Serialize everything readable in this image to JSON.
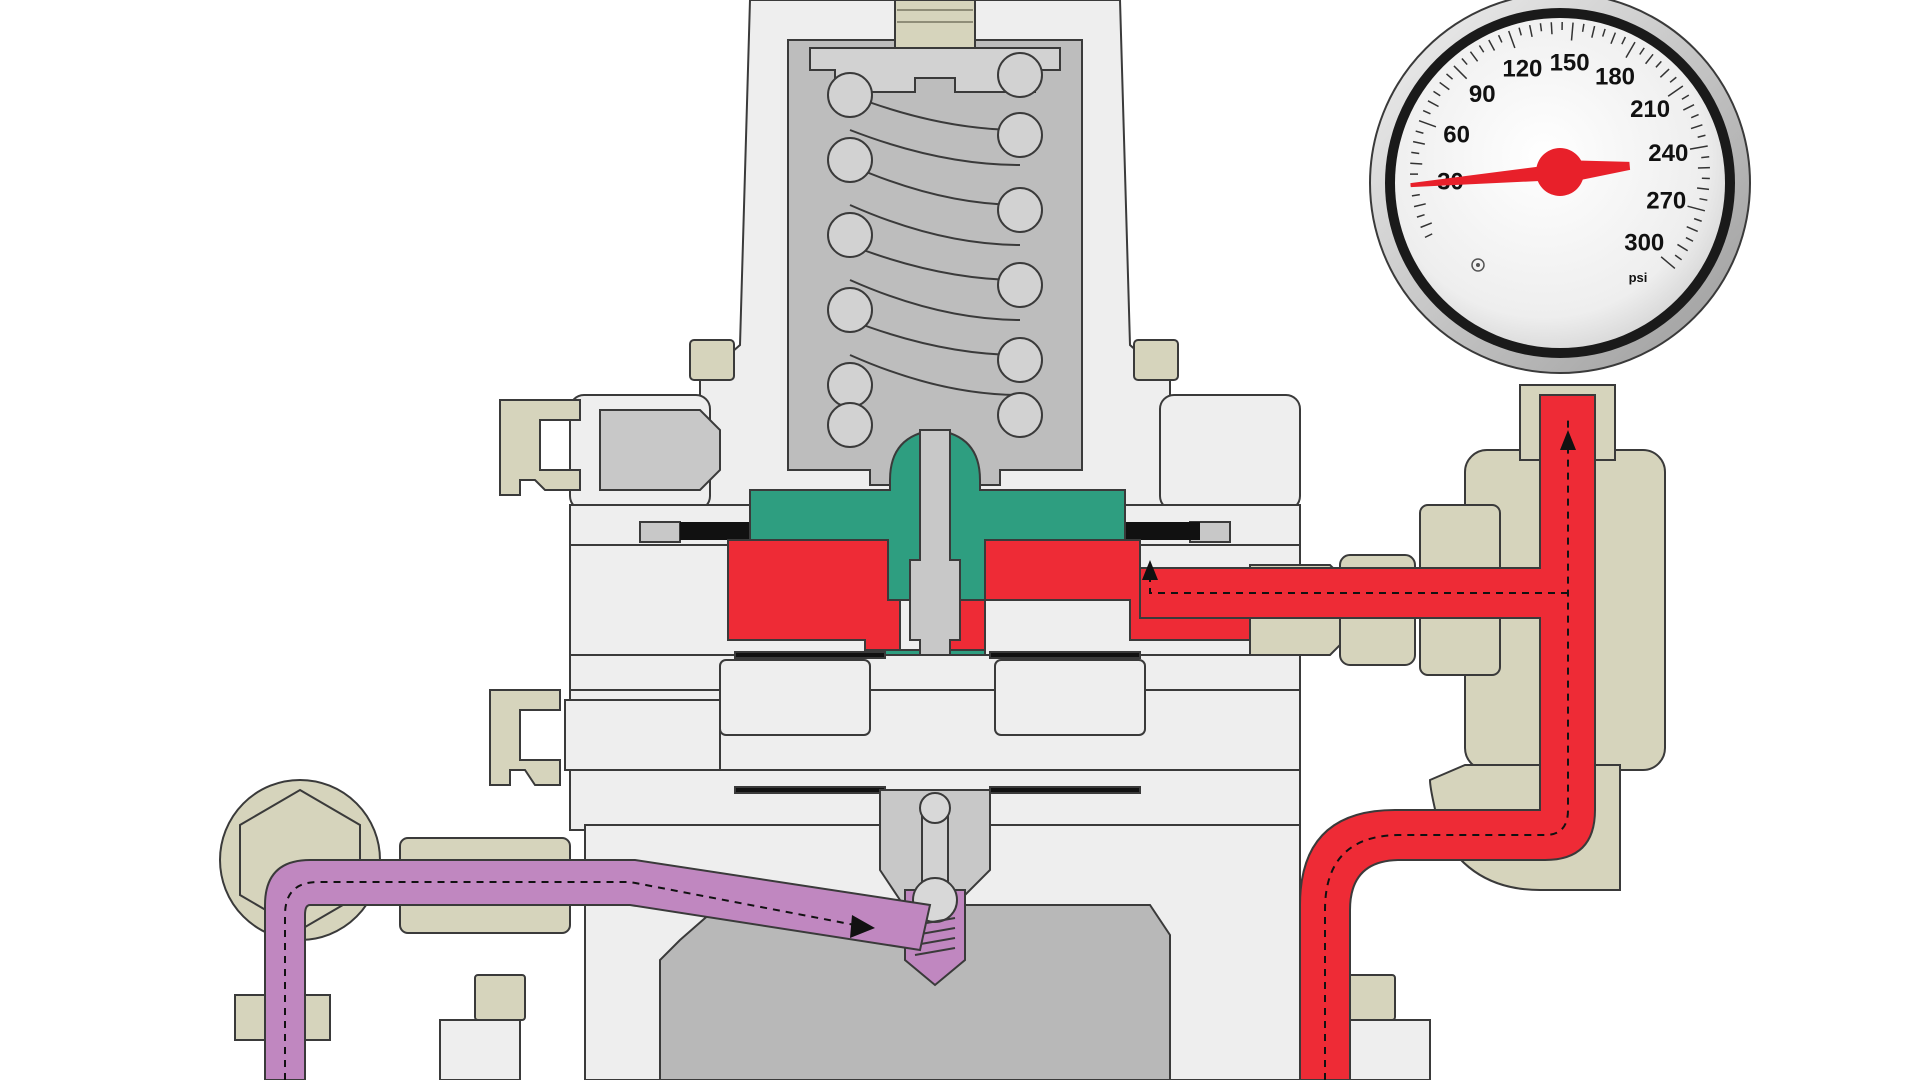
{
  "colors": {
    "background": "#ffffff",
    "body_light": "#eeeeee",
    "body_mid": "#c8c8c8",
    "body_dark": "#a8a8a8",
    "outline": "#3a3a3a",
    "fitting_tan": "#d6d4bc",
    "spring_gray": "#d2d2d2",
    "diaphragm_green": "#2e9e80",
    "outlet_pressure_red": "#ee2b36",
    "inlet_supply_violet": "#c087c0",
    "seal_black": "#111111",
    "gauge_face": "#f4f4f4",
    "gauge_needle": "#e8202a"
  },
  "gauge": {
    "unit": "psi",
    "scale_min": 0,
    "scale_max": 300,
    "major_labels": [
      "30",
      "60",
      "90",
      "120",
      "150",
      "180",
      "210",
      "240",
      "270",
      "300"
    ],
    "pointer_value": 30
  },
  "flows": {
    "outlet_sensing_line": {
      "color_key": "outlet_pressure_red",
      "direction_arrows": "up"
    },
    "inlet_pilot_supply": {
      "color_key": "inlet_supply_violet",
      "direction_arrows": "right"
    }
  }
}
